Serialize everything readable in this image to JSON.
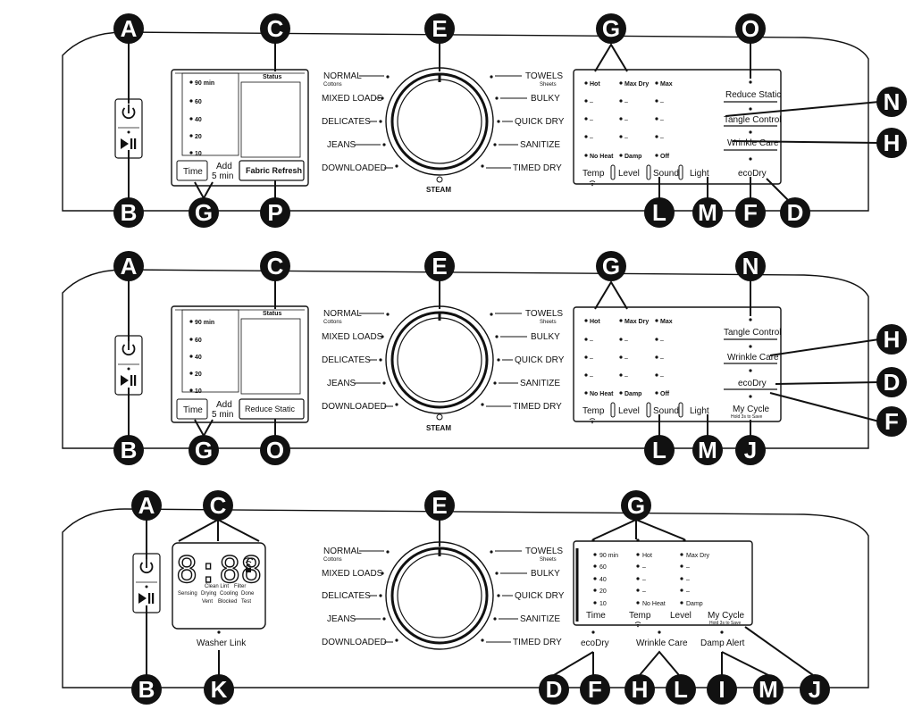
{
  "callouts": [
    "A",
    "B",
    "C",
    "D",
    "E",
    "F",
    "G",
    "H",
    "I",
    "J",
    "K",
    "L",
    "M",
    "N",
    "O",
    "P"
  ],
  "time_options": [
    "90 min",
    "60",
    "40",
    "20",
    "10"
  ],
  "status": "Status",
  "time": "Time",
  "add_line1": "Add",
  "add_line2": "5 min",
  "fabric_refresh": "Fabric Refresh",
  "reduce_static": "Reduce Static",
  "tangle_control": "Tangle Control",
  "wrinkle_care": "Wrinkle Care",
  "ecodry_upper": "ecoDry",
  "ecodry": "ecoDry",
  "my_cycle": "My Cycle",
  "hold_save": "Hold 3s to Save",
  "cycles_left": [
    "NORMAL",
    "MIXED LOADS",
    "DELICATES",
    "JEANS",
    "DOWNLOADED"
  ],
  "cycles_left_sub": "Cottons",
  "cycles_right": [
    "TOWELS",
    "BULKY",
    "QUICK DRY",
    "SANITIZE",
    "TIMED DRY"
  ],
  "cycles_right_sub": "Sheets",
  "steam": "STEAM",
  "grid_top": [
    "Hot",
    "Max Dry",
    "Max"
  ],
  "grid_bottom": [
    "No Heat",
    "Damp",
    "Off"
  ],
  "dash": "–",
  "temp": "Temp",
  "level": "Level",
  "sound": "Sound",
  "light": "Light",
  "digits": "8:88",
  "status_words": [
    "Clean Lint",
    "Filter",
    "Sensing",
    "Drying",
    "Cooling",
    "Done",
    "Vent",
    "Blocked",
    "Test"
  ],
  "washer_link": "Washer Link",
  "grid3_cols": [
    "90 min",
    "Hot",
    "Max Dry"
  ],
  "grid3_time": [
    "60",
    "40",
    "20",
    "10"
  ],
  "grid3_no_heat": "No Heat",
  "grid3_damp": "Damp",
  "damp_alert": "Damp Alert"
}
